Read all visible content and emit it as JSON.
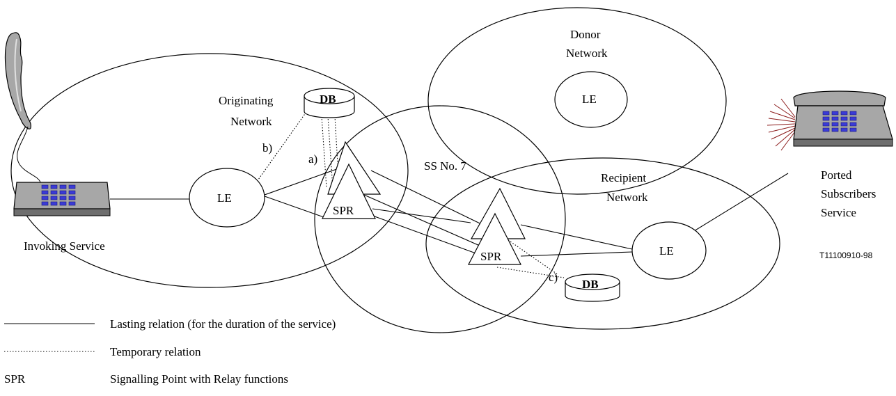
{
  "networks": {
    "originating": {
      "line1": "Originating",
      "line2": "Network"
    },
    "donor": {
      "line1": "Donor",
      "line2": "Network"
    },
    "recipient": {
      "line1": "Recipient",
      "line2": "Network"
    },
    "ss7": "SS No. 7"
  },
  "nodes": {
    "le_originating": "LE",
    "le_donor": "LE",
    "le_recipient": "LE",
    "db_originating": "DB",
    "db_recipient": "DB",
    "spr_left": "SPR",
    "spr_right": "SPR"
  },
  "relation_labels": {
    "a": "a)",
    "b": "b)",
    "c": "c)"
  },
  "terminals": {
    "invoking": "Invoking Service",
    "ported": {
      "line1": "Ported",
      "line2": "Subscribers",
      "line3": "Service"
    }
  },
  "figure_id": "T11100910-98",
  "legend": {
    "lasting": "Lasting relation (for the duration of  the service)",
    "temporary": "Temporary relation",
    "spr_abbr": "SPR",
    "spr_desc": "Signalling Point with Relay functions"
  },
  "colors": {
    "phone_body": "#a7a7a7",
    "phone_base": "#6e6e6e",
    "keypad": "#3b3bd6",
    "ring_lines": "#8b1a1a"
  }
}
